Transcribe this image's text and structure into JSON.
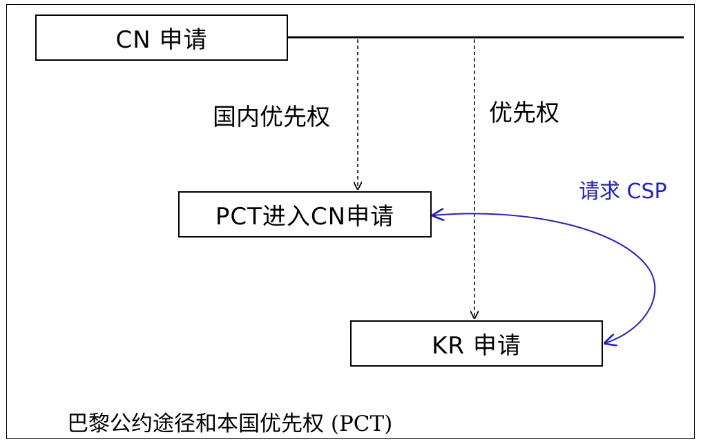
{
  "boxes": {
    "cn": "CN 申请",
    "pct": "PCT进入CN申请",
    "kr": "KR 申请"
  },
  "labels": {
    "domestic_priority": "国内优先权",
    "priority": "优先权",
    "csp_request": "请求 CSP"
  },
  "caption": "巴黎公约途径和本国优先权 (PCT)",
  "colors": {
    "csp_request": "#1f1fd6",
    "lines": "#000000"
  }
}
